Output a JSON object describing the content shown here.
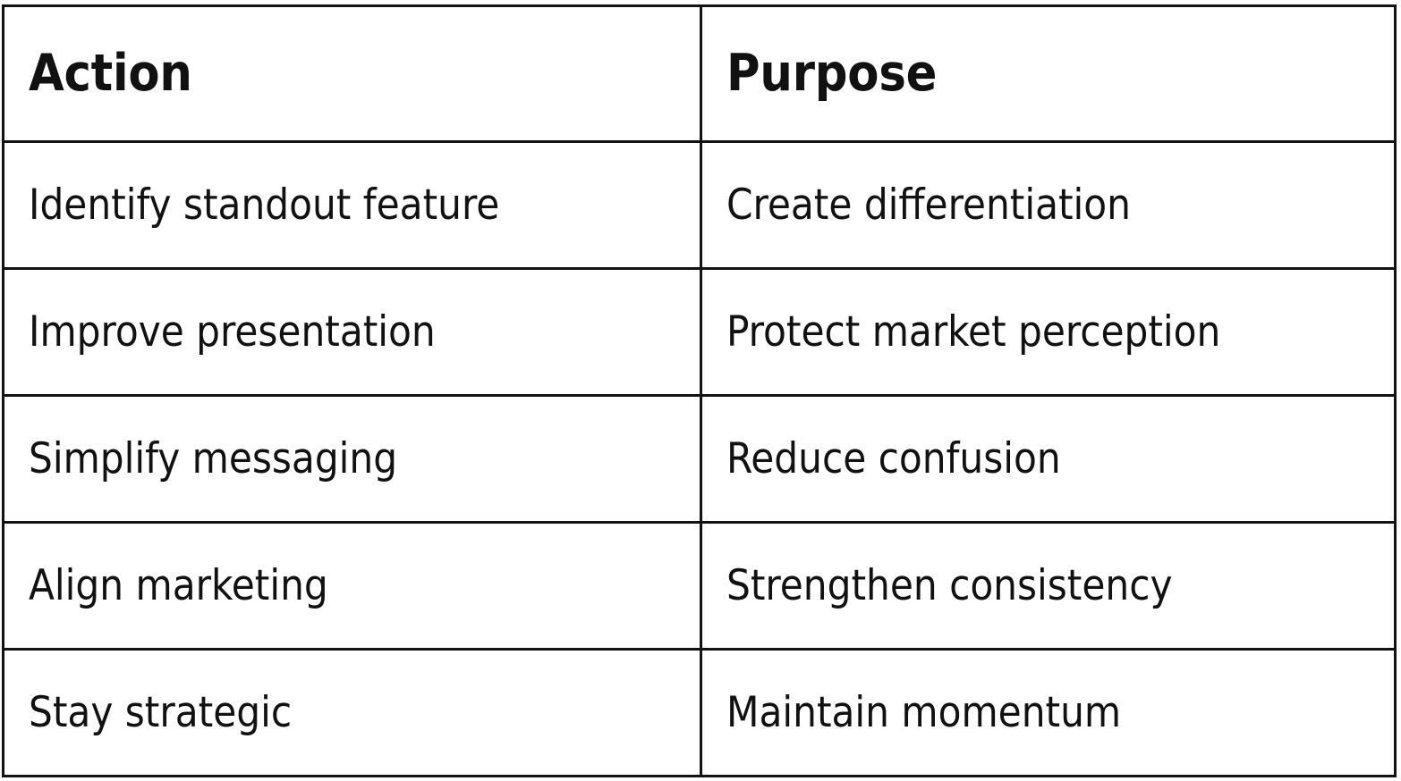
{
  "table": {
    "columns": [
      {
        "key": "action",
        "header": "Action"
      },
      {
        "key": "purpose",
        "header": "Purpose"
      }
    ],
    "rows": [
      {
        "action": "Identify standout feature",
        "purpose": "Create differentiation"
      },
      {
        "action": "Improve presentation",
        "purpose": "Protect market perception"
      },
      {
        "action": "Simplify messaging",
        "purpose": "Reduce confusion"
      },
      {
        "action": "Align marketing",
        "purpose": "Strengthen consistency"
      },
      {
        "action": "Stay strategic",
        "purpose": "Maintain momentum"
      }
    ],
    "row_count": 5,
    "column_count": 2
  },
  "style": {
    "border_color": "#121212",
    "text_color": "#111111",
    "background_color": "#ffffff"
  }
}
